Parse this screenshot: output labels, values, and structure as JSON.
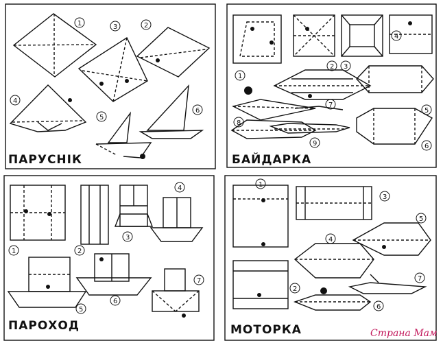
{
  "panels": [
    {
      "title": "ПАРУСНІК",
      "steps": [
        "1",
        "2",
        "3",
        "4",
        "5",
        "6"
      ]
    },
    {
      "title": "БАЙДАРКА",
      "steps": [
        "1",
        "2",
        "3",
        "4",
        "5",
        "6",
        "7",
        "8",
        "9"
      ]
    },
    {
      "title": "ПАРОХОД",
      "steps": [
        "1",
        "2",
        "3",
        "4",
        "5",
        "6",
        "7"
      ]
    },
    {
      "title": "МОТОРКА",
      "steps": [
        "1",
        "2",
        "3",
        "4",
        "5",
        "6",
        "7"
      ]
    }
  ],
  "watermark": "Страна Мам"
}
